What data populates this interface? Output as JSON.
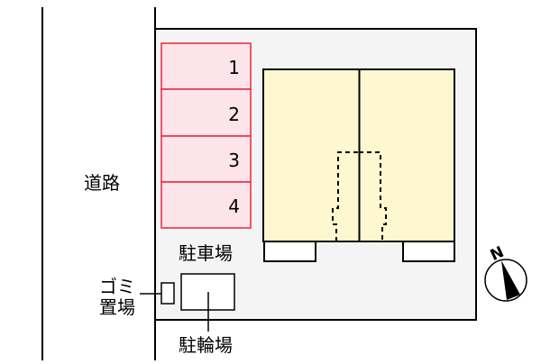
{
  "labels": {
    "road": "道路",
    "parking": "駐車場",
    "garbage_line1": "ゴミ",
    "garbage_line2": "置場",
    "bicycle": "駐輪場",
    "north": "N"
  },
  "parking_spaces": [
    "1",
    "2",
    "3",
    "4"
  ],
  "colors": {
    "parking_fill": "#fde3ea",
    "parking_stroke": "#e8283c",
    "building_fill": "#fdf8cf",
    "lot_fill": "#f4f4f4"
  }
}
